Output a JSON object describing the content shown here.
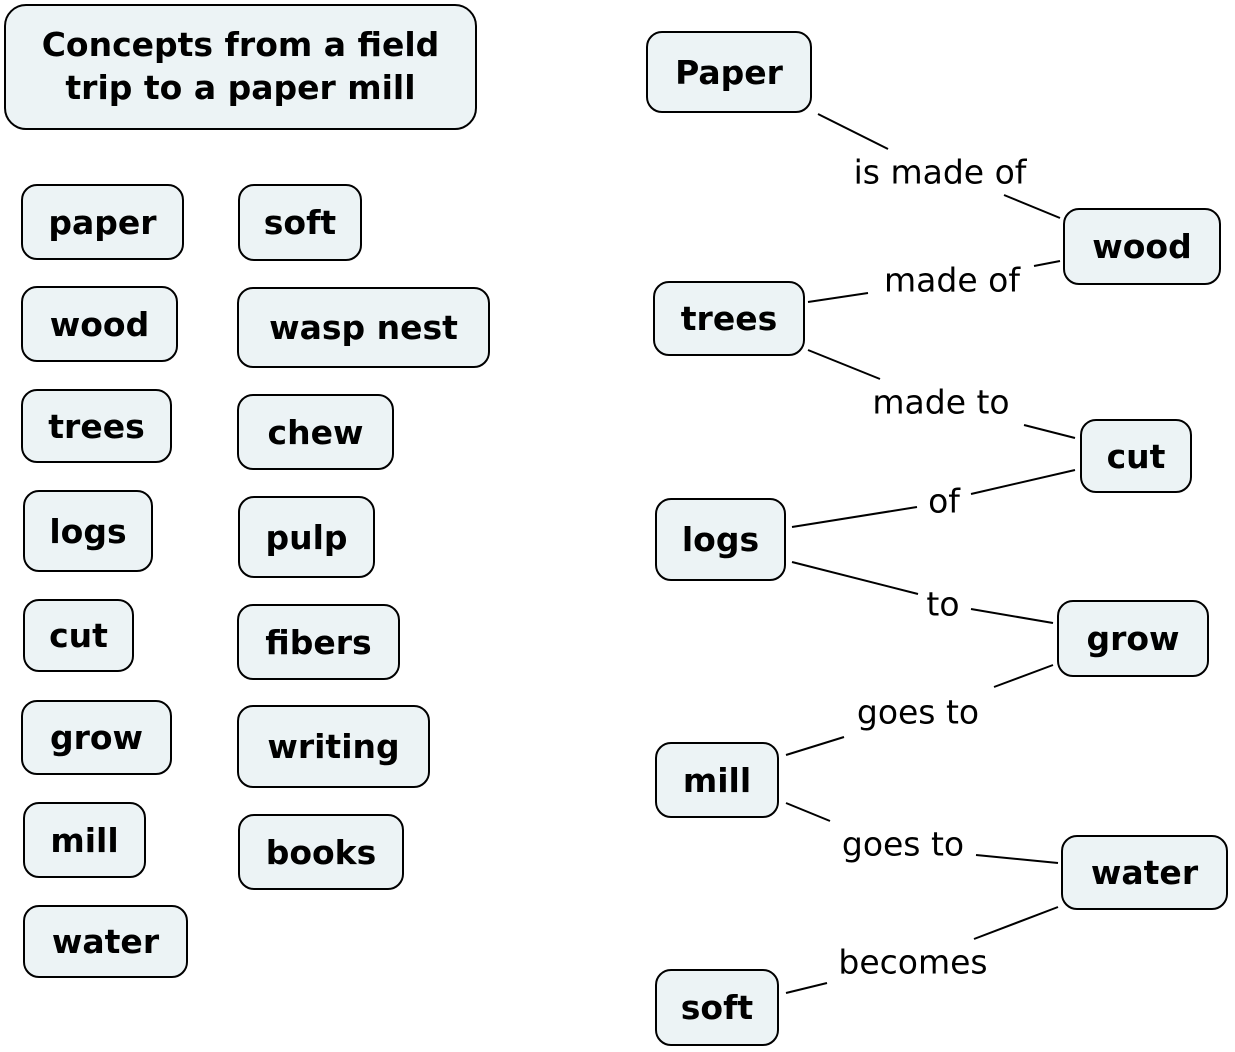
{
  "title": {
    "line1": "Concepts from a field",
    "line2": "trip to a paper mill"
  },
  "concept_list": {
    "column1": [
      "paper",
      "wood",
      "trees",
      "logs",
      "cut",
      "grow",
      "mill",
      "water"
    ],
    "column2": [
      "soft",
      "wasp nest",
      "chew",
      "pulp",
      "fibers",
      "writing",
      "books"
    ]
  },
  "map": {
    "nodes": {
      "paper": "Paper",
      "wood": "wood",
      "trees": "trees",
      "cut": "cut",
      "logs": "logs",
      "grow": "grow",
      "mill": "mill",
      "water": "water",
      "soft": "soft"
    },
    "links": [
      {
        "from": "Paper",
        "label": "is made of",
        "to": "wood"
      },
      {
        "from": "trees",
        "label": "made of",
        "to": "wood"
      },
      {
        "from": "trees",
        "label": "made to",
        "to": "cut"
      },
      {
        "from": "logs",
        "label": "of",
        "to": "cut"
      },
      {
        "from": "logs",
        "label": "to",
        "to": "grow"
      },
      {
        "from": "mill",
        "label": "goes to",
        "to": "grow"
      },
      {
        "from": "mill",
        "label": "goes to",
        "to": "water"
      },
      {
        "from": "soft",
        "label": "becomes",
        "to": "water"
      }
    ]
  }
}
